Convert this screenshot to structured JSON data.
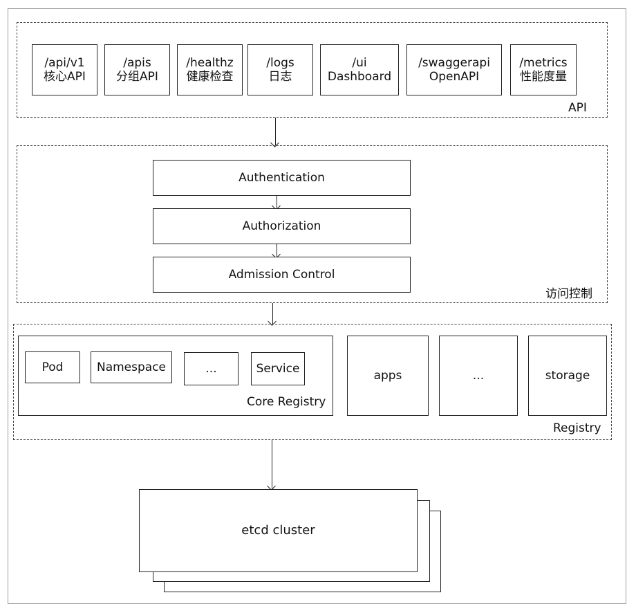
{
  "api_group": {
    "label": "API",
    "endpoints": [
      {
        "path": "/api/v1",
        "desc": "核心API"
      },
      {
        "path": "/apis",
        "desc": "分组API"
      },
      {
        "path": "/healthz",
        "desc": "健康检查"
      },
      {
        "path": "/logs",
        "desc": "日志"
      },
      {
        "path": "/ui",
        "desc": "Dashboard"
      },
      {
        "path": "/swaggerapi",
        "desc": "OpenAPI"
      },
      {
        "path": "/metrics",
        "desc": "性能度量"
      }
    ]
  },
  "access_group": {
    "label": "访问控制",
    "steps": [
      "Authentication",
      "Authorization",
      "Admission Control"
    ]
  },
  "registry_group": {
    "label": "Registry",
    "core_registry": {
      "label": "Core Registry",
      "items": [
        "Pod",
        "Namespace",
        "...",
        "Service"
      ]
    },
    "others": [
      "apps",
      "...",
      "storage"
    ]
  },
  "etcd": {
    "label": "etcd cluster"
  }
}
